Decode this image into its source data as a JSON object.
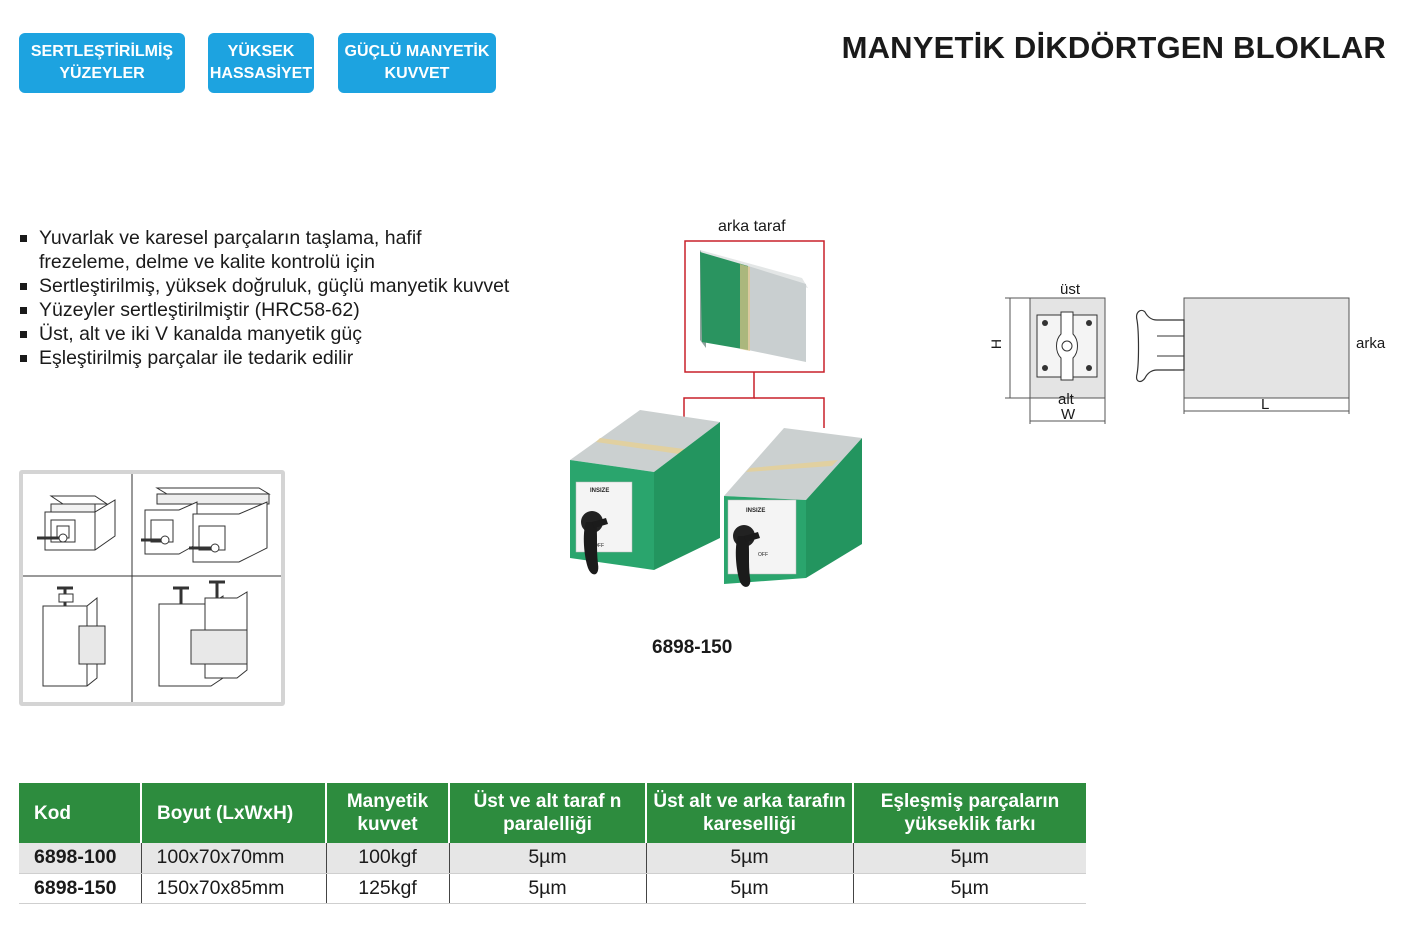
{
  "badges": [
    {
      "line1": "SERTLEŞTİRİLMİŞ",
      "line2": "YÜZEYLER"
    },
    {
      "line1": "YÜKSEK",
      "line2": "HASSASİYET"
    },
    {
      "line1": "GÜÇLÜ MANYETİK",
      "line2": "KUVVET"
    }
  ],
  "title": "MANYETİK DİKDÖRTGEN BLOKLAR",
  "features": [
    "Yuvarlak ve karesel parçaların taşlama, hafif frezeleme, delme ve kalite kontrolü için",
    "Sertleştirilmiş, yüksek doğruluk, güçlü manyetik kuvvet",
    "Yüzeyler sertleştirilmiştir (HRC58-62)",
    "Üst, alt ve iki V kanalda manyetik güç",
    "Eşleştirilmiş parçalar ile tedarik edilir"
  ],
  "product": {
    "back_label": "arka taraf",
    "code_caption": "6898-150",
    "brand": "INSIZE",
    "off_label": "OFF"
  },
  "diagram": {
    "top_label": "üst",
    "bottom_label": "alt",
    "h_label": "H",
    "w_label": "W",
    "l_label": "L",
    "back_label": "arka"
  },
  "table": {
    "headers": [
      "Kod",
      "Boyut (LxWxH)",
      "Manyetik kuvvet",
      "Üst ve alt taraf n paralelliği",
      "Üst alt ve arka tarafın kareselliği",
      "Eşleşmiş parçaların yükseklik farkı"
    ],
    "rows": [
      [
        "6898-100",
        "100x70x70mm",
        "100kgf",
        "5µm",
        "5µm",
        "5µm"
      ],
      [
        "6898-150",
        "150x70x85mm",
        "125kgf",
        "5µm",
        "5µm",
        "5µm"
      ]
    ]
  },
  "colors": {
    "badge_blue": "#1da3e0",
    "header_green": "#2d8c3e",
    "block_green": "#229d6a",
    "frame_red": "#c8202a"
  }
}
